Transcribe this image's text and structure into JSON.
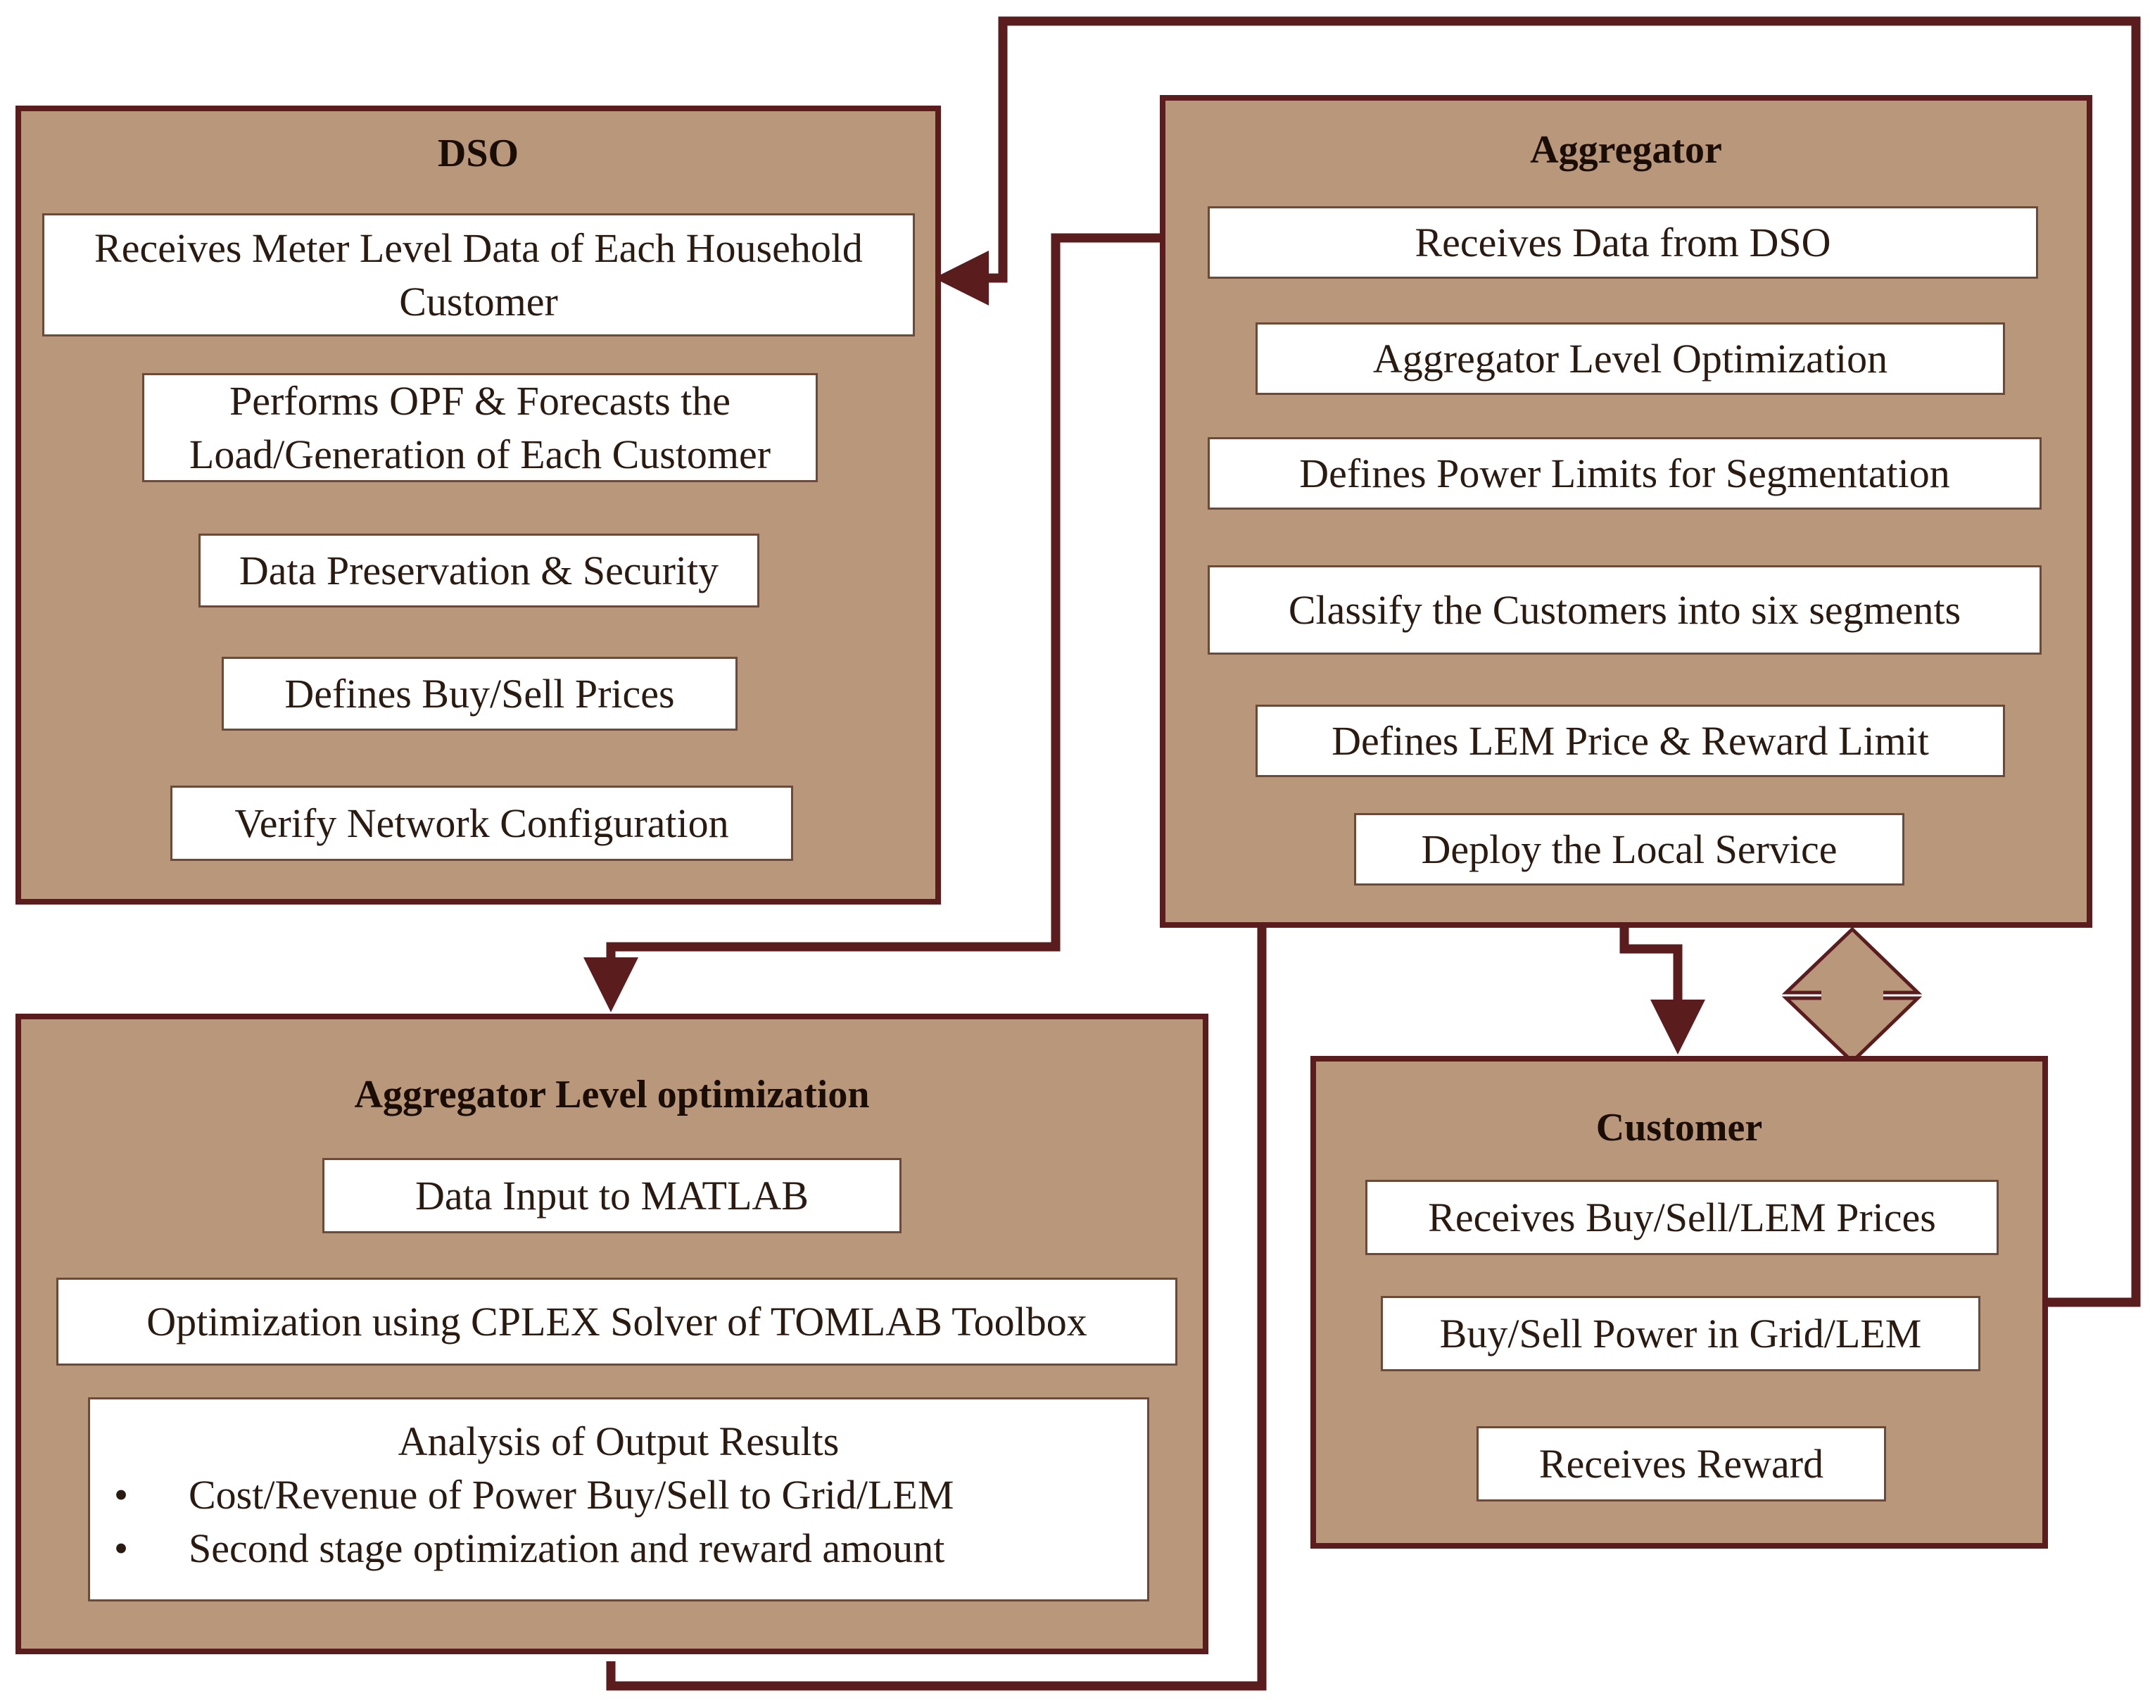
{
  "dso": {
    "title": "DSO",
    "steps": [
      "Receives Meter Level Data of Each Household Customer",
      "Performs OPF & Forecasts the Load/Generation of Each Customer",
      "Data Preservation & Security",
      "Defines Buy/Sell Prices",
      "Verify Network Configuration"
    ]
  },
  "aggregator": {
    "title": "Aggregator",
    "steps": [
      "Receives Data from DSO",
      "Aggregator Level Optimization",
      "Defines Power Limits for Segmentation",
      "Classify the Customers into six segments",
      "Defines LEM Price & Reward Limit",
      "Deploy the Local Service"
    ]
  },
  "optimization": {
    "title": "Aggregator Level optimization",
    "steps": [
      "Data Input to MATLAB",
      "Optimization using CPLEX Solver of TOMLAB Toolbox"
    ],
    "analysis": {
      "heading": "Analysis of Output Results",
      "bullet_symbol": "•",
      "bullets": [
        "Cost/Revenue of Power Buy/Sell to Grid/LEM",
        "Second stage optimization and reward amount"
      ]
    }
  },
  "customer": {
    "title": "Customer",
    "steps": [
      "Receives Buy/Sell/LEM Prices",
      "Buy/Sell Power in Grid/LEM",
      "Receives Reward"
    ]
  },
  "colors": {
    "panel_fill": "#b8977a",
    "panel_border": "#5a1c1c",
    "connector": "#5a1c1c",
    "step_fill": "#ffffff"
  }
}
